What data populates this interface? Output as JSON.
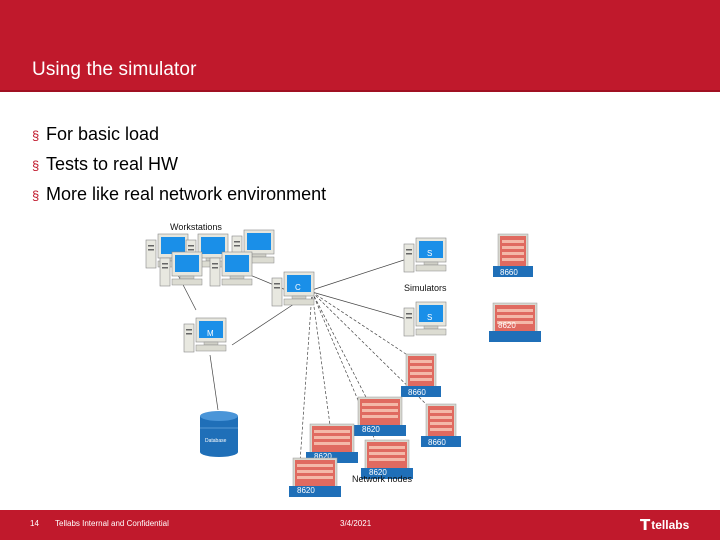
{
  "slide": {
    "title": "Using the simulator",
    "bullets": [
      "For basic load",
      "Tests to real HW",
      "More like real network environment"
    ]
  },
  "diagram": {
    "labels": {
      "workstations": "Workstations",
      "simulators": "Simulators",
      "network_nodes": "Network nodes"
    },
    "workstation_letters": {
      "controller": "C",
      "monitor": "M",
      "simulator": "S"
    },
    "database_label": "Database",
    "node_labels": {
      "node_8660": "8660",
      "node_8620": "8620"
    }
  },
  "footer": {
    "page_number": "14",
    "confidentiality": "Tellabs Internal and Confidential",
    "date": "3/4/2021",
    "logo_text": "tellabs"
  },
  "colors": {
    "brand_red": "#c0192c",
    "screen_blue": "#1a8fe8",
    "node_blue": "#1f6fb8"
  }
}
